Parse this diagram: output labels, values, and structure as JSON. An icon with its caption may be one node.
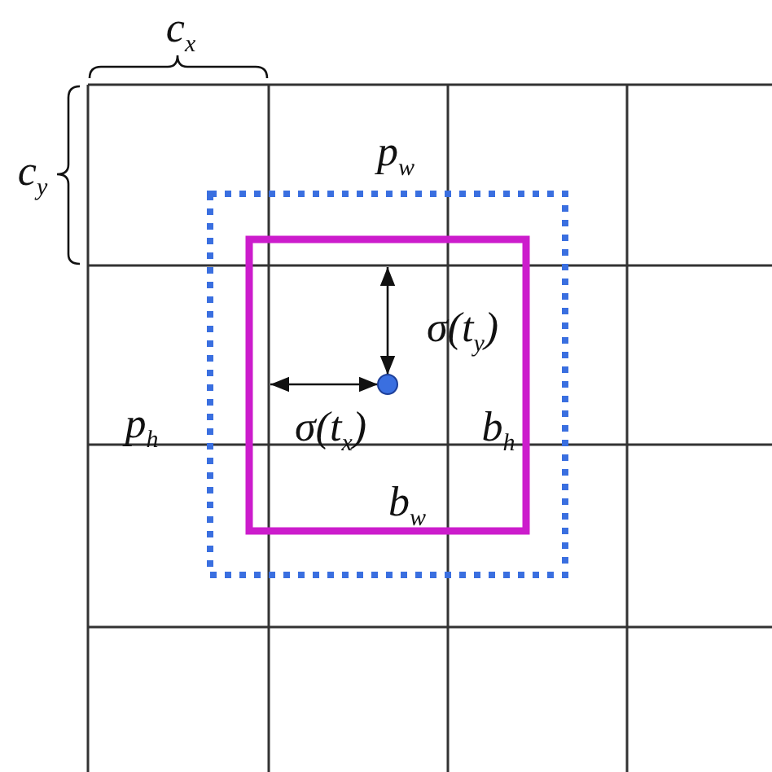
{
  "diagram": {
    "labels": [
      "c$_{x}$",
      "c$_{y}$",
      "p$_{w}$",
      "σ(t$_{y}$)",
      "p$_{h}$",
      "σ(t$_{x}$)",
      "b$_{h}$",
      "b$_{w}$"
    ]
  }
}
